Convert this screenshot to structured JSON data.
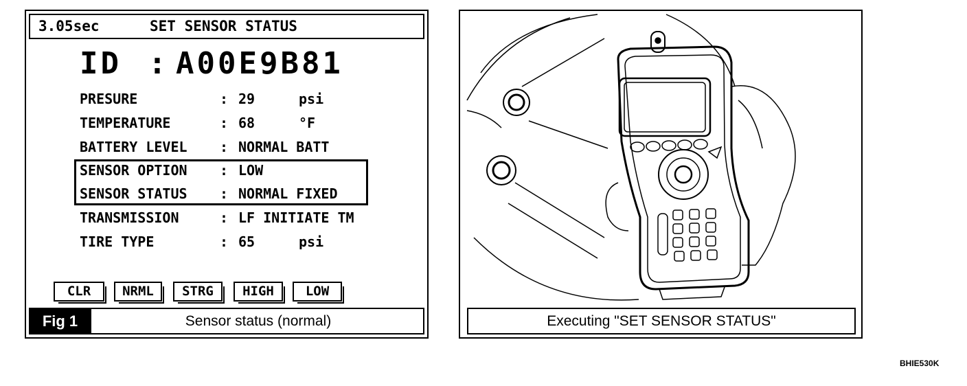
{
  "screen": {
    "time": "3.05sec",
    "title": "SET SENSOR STATUS",
    "id_label": "ID",
    "id_separator": ":",
    "id_value": "A00E9B81",
    "rows": [
      {
        "label": "PRESURE",
        "sep": ":",
        "value": "29",
        "unit": "psi"
      },
      {
        "label": "TEMPERATURE",
        "sep": ":",
        "value": "68",
        "unit": "°F"
      },
      {
        "label": "BATTERY LEVEL",
        "sep": ":",
        "value": "NORMAL BATT",
        "unit": ""
      },
      {
        "label": "SENSOR OPTION",
        "sep": ":",
        "value": "LOW",
        "unit": ""
      },
      {
        "label": "SENSOR STATUS",
        "sep": ":",
        "value": "NORMAL FIXED",
        "unit": ""
      },
      {
        "label": "TRANSMISSION",
        "sep": ":",
        "value": "LF INITIATE TM",
        "unit": ""
      },
      {
        "label": "TIRE TYPE",
        "sep": ":",
        "value": "65",
        "unit": "psi"
      }
    ],
    "softkeys": [
      "CLR",
      "NRML",
      "STRG",
      "HIGH",
      "LOW"
    ]
  },
  "fig_tag": "Fig 1",
  "caption_left": "Sensor status (normal)",
  "caption_right": "Executing \"SET SENSOR STATUS\"",
  "image_code": "BHIE530K"
}
